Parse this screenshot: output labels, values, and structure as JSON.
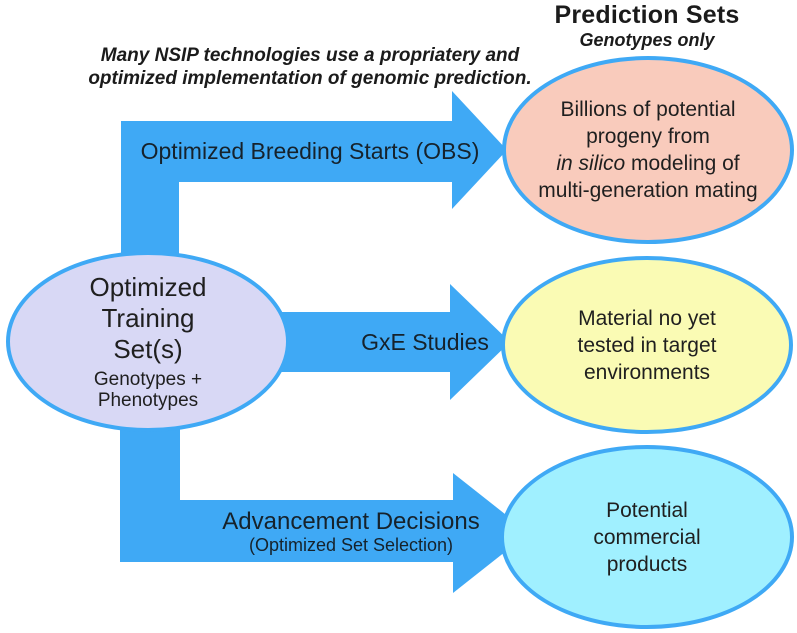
{
  "header": {
    "title": "Prediction Sets",
    "subtitle": "Genotypes only"
  },
  "note": {
    "line1": "Many NSIP technologies use a propriatery and",
    "line2": "optimized implementation of genomic prediction."
  },
  "training_set": {
    "line1": "Optimized",
    "line2": "Training",
    "line3": "Set(s)",
    "sub1": "Genotypes +",
    "sub2": "Phenotypes"
  },
  "arrows": {
    "obs": {
      "label": "Optimized Breeding Starts (OBS)"
    },
    "gxe": {
      "label": "GxE Studies"
    },
    "advancement": {
      "label": "Advancement Decisions",
      "sublabel": "(Optimized Set Selection)"
    }
  },
  "predictions": {
    "insilico": {
      "line1": "Billions of potential",
      "line2": "progeny from",
      "line3_italic": "in silico",
      "line3_rest": " modeling of",
      "line4": "multi-generation mating"
    },
    "gxe": {
      "line1": "Material no yet",
      "line2": "tested in target",
      "line3": "environments"
    },
    "commercial": {
      "line1": "Potential",
      "line2": "commercial",
      "line3": "products"
    }
  },
  "palette": {
    "arrow_blue": "#3FA9F5",
    "ellipse_border": "#3FA9F5",
    "training_fill": "#D8D8F5",
    "insilico_fill": "#F9CBBC",
    "gxe_fill": "#FAFBB4",
    "commercial_fill": "#A0F0FF",
    "text_dark": "#1B1B1B",
    "background": "#FFFFFF"
  }
}
